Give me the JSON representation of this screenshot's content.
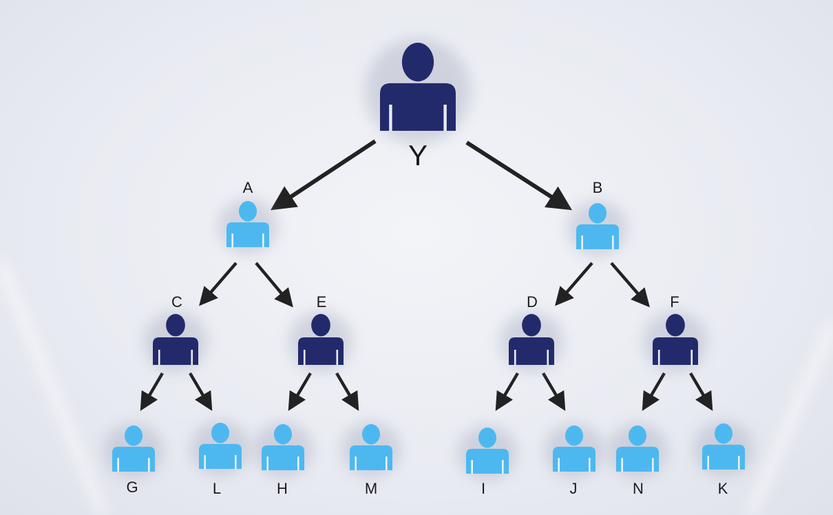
{
  "colors": {
    "manager": "#232a6b",
    "member": "#4db8f0",
    "arrow": "#222222"
  },
  "nodes": [
    {
      "id": "Y",
      "label": "Y",
      "role": "manager"
    },
    {
      "id": "A",
      "label": "A",
      "role": "member"
    },
    {
      "id": "B",
      "label": "B",
      "role": "member"
    },
    {
      "id": "C",
      "label": "C",
      "role": "manager"
    },
    {
      "id": "E",
      "label": "E",
      "role": "manager"
    },
    {
      "id": "D",
      "label": "D",
      "role": "manager"
    },
    {
      "id": "F",
      "label": "F",
      "role": "manager"
    },
    {
      "id": "G",
      "label": "G",
      "role": "member"
    },
    {
      "id": "L",
      "label": "L",
      "role": "member"
    },
    {
      "id": "H",
      "label": "H",
      "role": "member"
    },
    {
      "id": "M",
      "label": "M",
      "role": "member"
    },
    {
      "id": "I",
      "label": "I",
      "role": "member"
    },
    {
      "id": "J",
      "label": "J",
      "role": "member"
    },
    {
      "id": "N",
      "label": "N",
      "role": "member"
    },
    {
      "id": "K",
      "label": "K",
      "role": "member"
    }
  ],
  "edges": [
    [
      "Y",
      "A"
    ],
    [
      "Y",
      "B"
    ],
    [
      "A",
      "C"
    ],
    [
      "A",
      "E"
    ],
    [
      "B",
      "D"
    ],
    [
      "B",
      "F"
    ],
    [
      "C",
      "G"
    ],
    [
      "C",
      "L"
    ],
    [
      "E",
      "H"
    ],
    [
      "E",
      "M"
    ],
    [
      "D",
      "I"
    ],
    [
      "D",
      "J"
    ],
    [
      "F",
      "N"
    ],
    [
      "F",
      "K"
    ]
  ]
}
